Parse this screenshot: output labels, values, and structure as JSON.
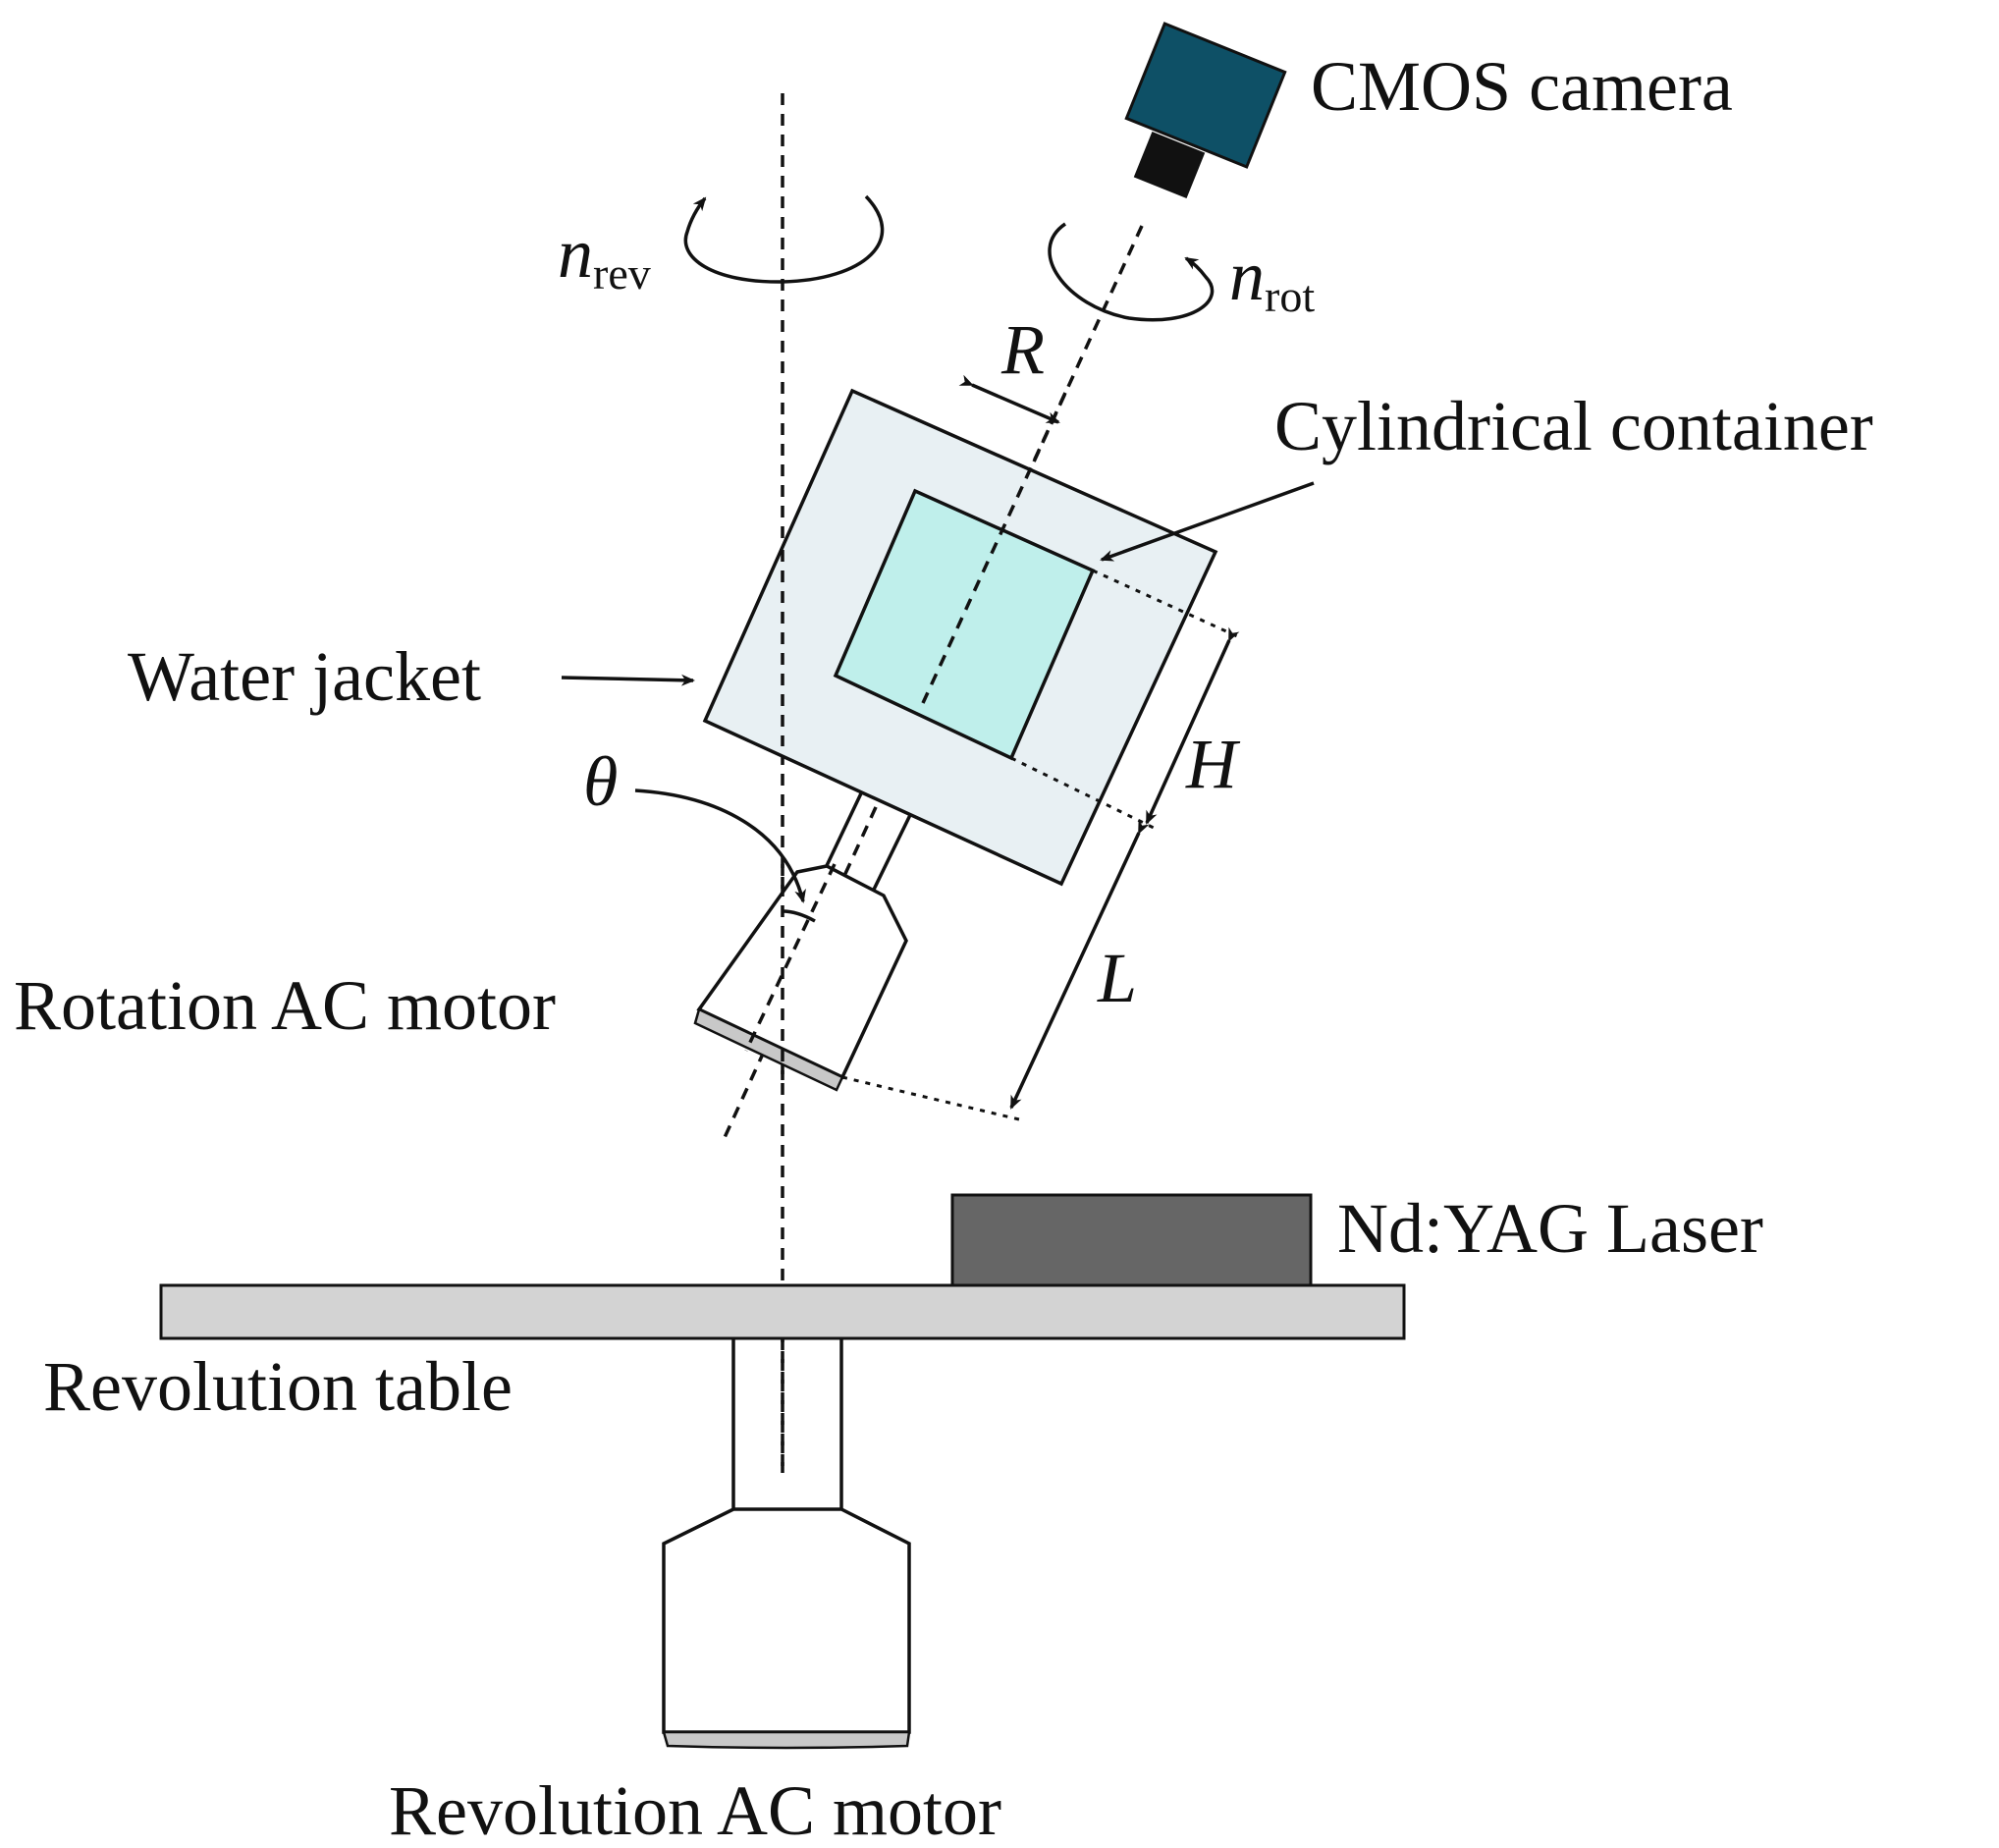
{
  "labels": {
    "cmos_camera": "CMOS camera",
    "cylindrical_container": "Cylindrical container",
    "water_jacket": "Water jacket",
    "rotation_motor": "Rotation AC motor",
    "laser": "Nd:YAG Laser",
    "revolution_table": "Revolution table",
    "revolution_motor": "Revolution AC motor"
  },
  "symbols": {
    "n_rev": "n",
    "n_rev_sub": "rev",
    "n_rot": "n",
    "n_rot_sub": "rot",
    "radius": "R",
    "height": "H",
    "length": "L",
    "theta": "θ"
  },
  "colors": {
    "camera_body": "#0e5066",
    "camera_lens": "#111111",
    "water_jacket_fill": "#e8f0f3",
    "container_fill": "#bfefeb",
    "laser_fill": "#666666",
    "table_fill": "#d3d3d3",
    "motor_base_fill": "#c8c8c8"
  }
}
